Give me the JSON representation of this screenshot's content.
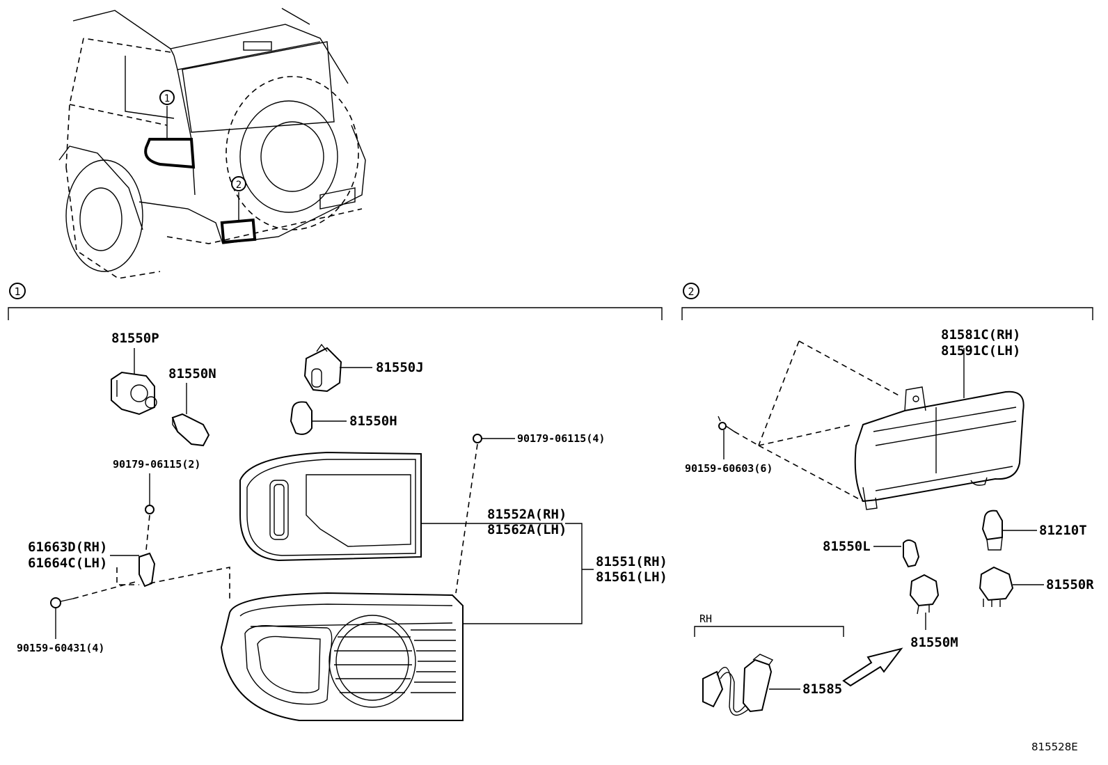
{
  "callouts": {
    "one": "1",
    "two": "2"
  },
  "overview": {
    "marker_1": "1",
    "marker_2": "2"
  },
  "section_1": {
    "index": "1",
    "labels": {
      "p81550P": "81550P",
      "p81550N": "81550N",
      "p81550J": "81550J",
      "p81550H": "81550H",
      "p90179_2": "90179-06115(2)",
      "p90179_4": "90179-06115(4)",
      "p61663D": "61663D(RH)",
      "p61664C": "61664C(LH)",
      "p90159_60431": "90159-60431(4)",
      "p81552A": "81552A(RH)",
      "p81562A": "81562A(LH)",
      "p81551": "81551(RH)",
      "p81561": "81561(LH)"
    }
  },
  "section_2": {
    "index": "2",
    "labels": {
      "p81581C": "81581C(RH)",
      "p81591C": "81591C(LH)",
      "p90159_60603": "90159-60603(6)",
      "p81210T": "81210T",
      "p81550L": "81550L",
      "p81550R": "81550R",
      "p81550M": "81550M",
      "p81585": "81585",
      "rh": "RH"
    }
  },
  "footer": {
    "diagram_id": "815528E"
  }
}
